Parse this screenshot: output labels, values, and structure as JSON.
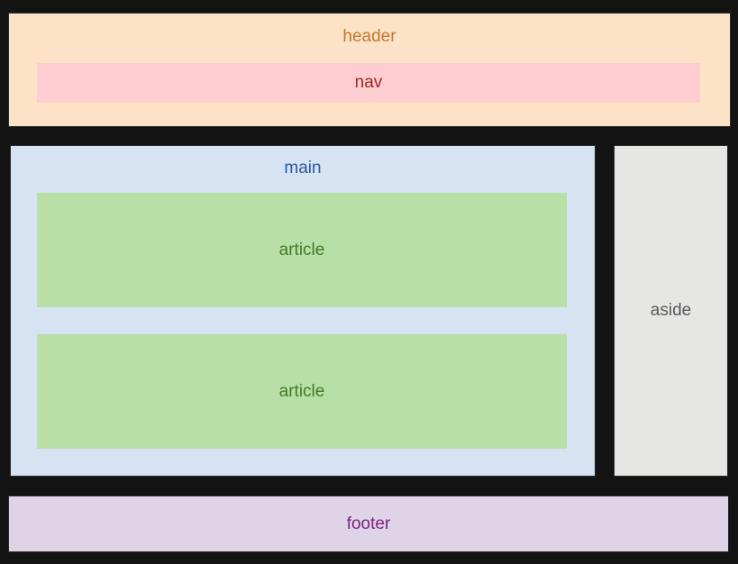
{
  "layout": {
    "page_bg_color": "#131313",
    "header": {
      "label": "header",
      "bg_color": "#fce3c7",
      "label_color": "#c3772e"
    },
    "nav": {
      "label": "nav",
      "bg_color": "#fecdd2",
      "label_color": "#9f2a24"
    },
    "main": {
      "label": "main",
      "bg_color": "#d5e3f3",
      "label_color": "#2d57a5"
    },
    "articles": [
      {
        "label": "article",
        "bg_color": "#b8dfa5",
        "label_color": "#45792b"
      },
      {
        "label": "article",
        "bg_color": "#b8dfa5",
        "label_color": "#45792b"
      }
    ],
    "aside": {
      "label": "aside",
      "bg_color": "#e6e6e4",
      "label_color": "#57585a"
    },
    "footer": {
      "label": "footer",
      "bg_color": "#dfd3e8",
      "label_color": "#7c2481"
    }
  }
}
